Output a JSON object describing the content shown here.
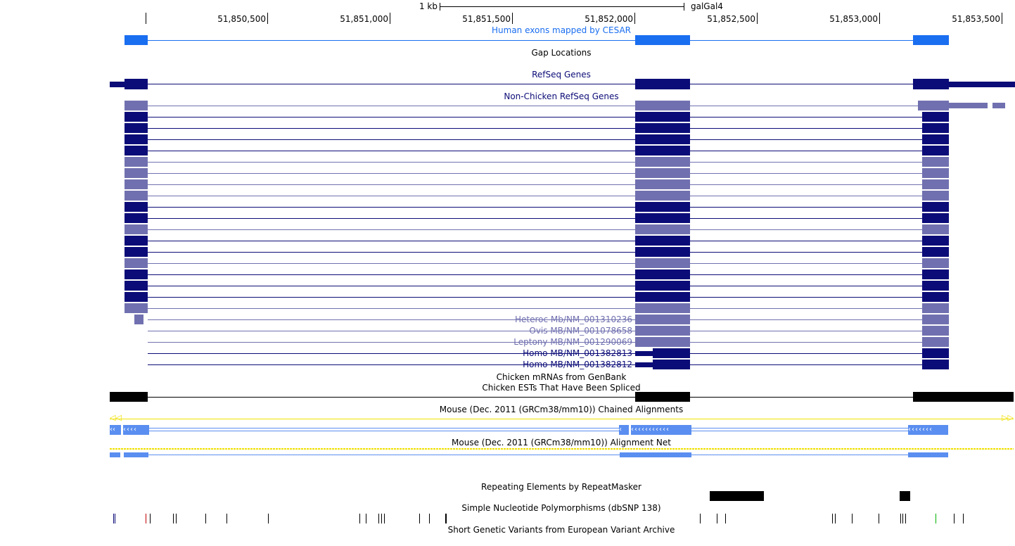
{
  "ruler": {
    "scale_label": "1 kb",
    "assembly": "galGal4",
    "ticks": [
      "51,850,500",
      "51,851,000",
      "51,851,500",
      "51,852,000",
      "51,852,500",
      "51,853,000",
      "51,853,500"
    ]
  },
  "tracks": {
    "cesar": "Human exons mapped by CESAR",
    "gaps": "Gap Locations",
    "refseq": "RefSeq Genes",
    "xeno_refseq": "Non-Chicken RefSeq Genes",
    "mrna": "Chicken mRNAs from GenBank",
    "est": "Chicken ESTs That Have Been Spliced",
    "mouse_chain": "Mouse (Dec. 2011 (GRCm38/mm10)) Chained Alignments",
    "mouse_net": "Mouse (Dec. 2011 (GRCm38/mm10)) Alignment Net",
    "rmsk": "Repeating Elements by RepeatMasker",
    "snp": "Simple Nucleotide Polymorphisms (dbSNP 138)",
    "eva": "Short Genetic Variants from European Variant Archive"
  },
  "gene_labels": [
    {
      "text": "Heteroc Mb/NM_001310236",
      "color": "#7070b0"
    },
    {
      "text": "Ovis MB/NM_001078658",
      "color": "#7070b0"
    },
    {
      "text": "Leptony MB/NM_001290069",
      "color": "#7070b0"
    },
    {
      "text": "Homo MB/NM_001382813",
      "color": "#0c0c78"
    },
    {
      "text": "Homo MB/NM_001382812",
      "color": "#0c0c78"
    }
  ],
  "colors": {
    "cesar": "#1a6ef0",
    "refseq": "#0c0c78",
    "xeno_dark": "#0c0c78",
    "xeno_light": "#7070b0",
    "chain": "#5a8ef0",
    "chain_yellow": "#f0e000",
    "black": "#000000"
  },
  "xeno_rows": [
    "light",
    "dark",
    "dark",
    "dark",
    "dark",
    "light",
    "light",
    "light",
    "light",
    "dark",
    "dark",
    "light",
    "dark",
    "dark",
    "light",
    "dark",
    "dark",
    "dark",
    "light",
    "light",
    "light",
    "light",
    "dark",
    "dark"
  ]
}
